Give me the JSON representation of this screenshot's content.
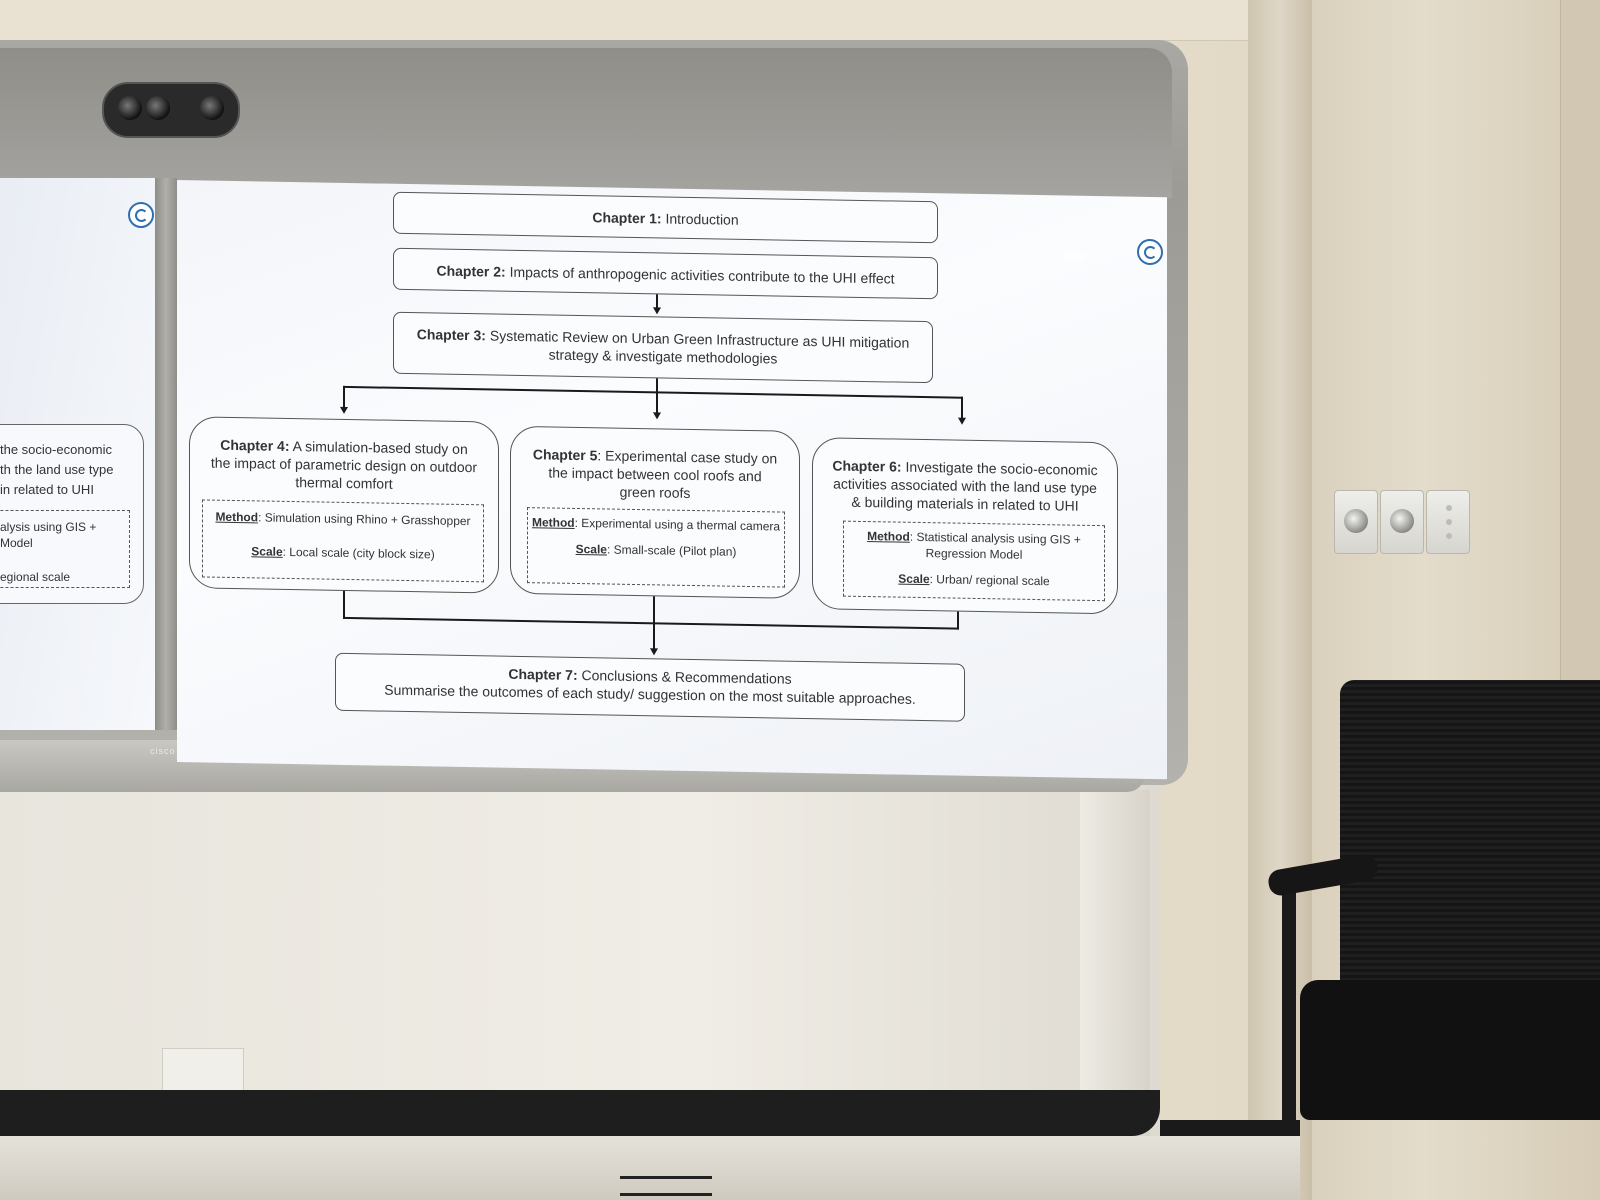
{
  "diagram": {
    "ch1": {
      "chapter": "Chapter 1:",
      "text": "Introduction"
    },
    "ch2": {
      "chapter": "Chapter 2:",
      "text": "Impacts of anthropogenic activities contribute to the UHI effect"
    },
    "ch3": {
      "chapter": "Chapter 3:",
      "text": "Systematic Review on Urban Green Infrastructure as UHI mitigation strategy & investigate methodologies"
    },
    "ch4": {
      "chapter": "Chapter 4:",
      "text": "A simulation-based study on the impact of parametric design on outdoor thermal comfort",
      "method_label": "Method",
      "method": ": Simulation using Rhino + Grasshopper",
      "scale_label": "Scale",
      "scale": ": Local scale (city block size)"
    },
    "ch5": {
      "chapter": "Chapter 5",
      "text": ": Experimental case study on the impact between cool roofs and green roofs",
      "method_label": "Method",
      "method": ": Experimental using a thermal camera",
      "scale_label": "Scale",
      "scale": ": Small-scale (Pilot plan)"
    },
    "ch6": {
      "chapter": "Chapter 6:",
      "text": "Investigate the socio-economic activities associated with the land use type & building materials in related to UHI",
      "method_label": "Method",
      "method": ": Statistical analysis using GIS + Regression Model",
      "scale_label": "Scale",
      "scale": ": Urban/ regional scale"
    },
    "ch7": {
      "chapter": "Chapter 7:",
      "text": "Conclusions & Recommendations",
      "subtext": "Summarise the outcomes of each study/ suggestion on the most suitable approaches."
    }
  },
  "left_screen": {
    "line1": "the socio-economic",
    "line2": "th the land use type",
    "line3": "in related to UHI",
    "method1": "alysis using GIS +",
    "method2": "Model",
    "scale": "egional scale"
  },
  "brand": "cisco",
  "colors": {
    "logo": "#2f6fb1",
    "screen": "#f3f5f9",
    "bezel": "#9c9b96"
  }
}
